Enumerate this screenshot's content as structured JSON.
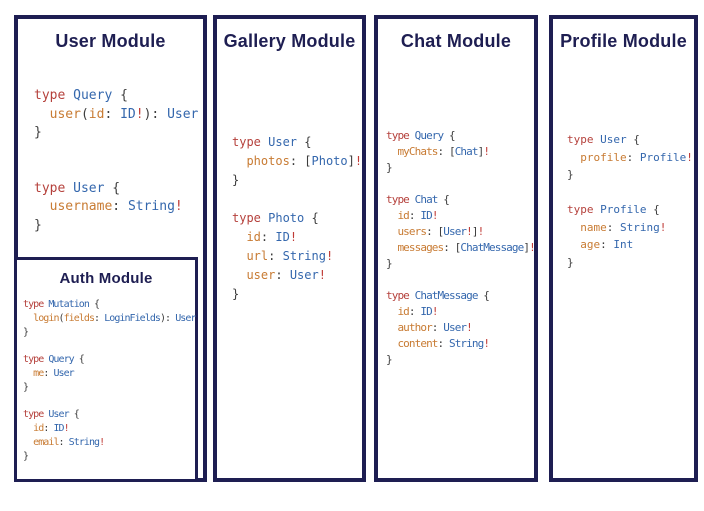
{
  "colors": {
    "navy": "#1e1e52",
    "kw": "#b5413c",
    "ty": "#3467ad",
    "fd": "#c87b33",
    "pu": "#3d3d3d",
    "bg": "#c03b36"
  },
  "panels": [
    {
      "title": "User Module",
      "code": [
        [
          [
            "kw",
            "type "
          ],
          [
            "ty",
            "Query "
          ],
          [
            "pu",
            "{"
          ]
        ],
        [
          [
            "pu",
            "  "
          ],
          [
            "fd",
            "user"
          ],
          [
            "pu",
            "("
          ],
          [
            "fd",
            "id"
          ],
          [
            "pu",
            ": "
          ],
          [
            "ty",
            "ID"
          ],
          [
            "bg",
            "!"
          ],
          [
            "pu",
            "): "
          ],
          [
            "ty",
            "User"
          ]
        ],
        [
          [
            "pu",
            "}"
          ]
        ],
        [],
        [],
        [
          [
            "kw",
            "type "
          ],
          [
            "ty",
            "User "
          ],
          [
            "pu",
            "{"
          ]
        ],
        [
          [
            "pu",
            "  "
          ],
          [
            "fd",
            "username"
          ],
          [
            "pu",
            ": "
          ],
          [
            "ty",
            "String"
          ],
          [
            "bg",
            "!"
          ]
        ],
        [
          [
            "pu",
            "}"
          ]
        ]
      ]
    },
    {
      "title": "Gallery Module",
      "code": [
        [
          [
            "kw",
            "type "
          ],
          [
            "ty",
            "User "
          ],
          [
            "pu",
            "{"
          ]
        ],
        [
          [
            "pu",
            "  "
          ],
          [
            "fd",
            "photos"
          ],
          [
            "pu",
            ": ["
          ],
          [
            "ty",
            "Photo"
          ],
          [
            "pu",
            "]"
          ],
          [
            "bg",
            "!"
          ]
        ],
        [
          [
            "pu",
            "}"
          ]
        ],
        [],
        [
          [
            "kw",
            "type "
          ],
          [
            "ty",
            "Photo "
          ],
          [
            "pu",
            "{"
          ]
        ],
        [
          [
            "pu",
            "  "
          ],
          [
            "fd",
            "id"
          ],
          [
            "pu",
            ": "
          ],
          [
            "ty",
            "ID"
          ],
          [
            "bg",
            "!"
          ]
        ],
        [
          [
            "pu",
            "  "
          ],
          [
            "fd",
            "url"
          ],
          [
            "pu",
            ": "
          ],
          [
            "ty",
            "String"
          ],
          [
            "bg",
            "!"
          ]
        ],
        [
          [
            "pu",
            "  "
          ],
          [
            "fd",
            "user"
          ],
          [
            "pu",
            ": "
          ],
          [
            "ty",
            "User"
          ],
          [
            "bg",
            "!"
          ]
        ],
        [
          [
            "pu",
            "}"
          ]
        ]
      ]
    },
    {
      "title": "Chat Module",
      "code": [
        [
          [
            "kw",
            "type "
          ],
          [
            "ty",
            "Query "
          ],
          [
            "pu",
            "{"
          ]
        ],
        [
          [
            "pu",
            "  "
          ],
          [
            "fd",
            "myChats"
          ],
          [
            "pu",
            ": ["
          ],
          [
            "ty",
            "Chat"
          ],
          [
            "pu",
            "]"
          ],
          [
            "bg",
            "!"
          ]
        ],
        [
          [
            "pu",
            "}"
          ]
        ],
        [],
        [
          [
            "kw",
            "type "
          ],
          [
            "ty",
            "Chat "
          ],
          [
            "pu",
            "{"
          ]
        ],
        [
          [
            "pu",
            "  "
          ],
          [
            "fd",
            "id"
          ],
          [
            "pu",
            ": "
          ],
          [
            "ty",
            "ID"
          ],
          [
            "bg",
            "!"
          ]
        ],
        [
          [
            "pu",
            "  "
          ],
          [
            "fd",
            "users"
          ],
          [
            "pu",
            ": ["
          ],
          [
            "ty",
            "User"
          ],
          [
            "bg",
            "!"
          ],
          [
            "pu",
            "]"
          ],
          [
            "bg",
            "!"
          ]
        ],
        [
          [
            "pu",
            "  "
          ],
          [
            "fd",
            "messages"
          ],
          [
            "pu",
            ": ["
          ],
          [
            "ty",
            "ChatMessage"
          ],
          [
            "pu",
            "]"
          ],
          [
            "bg",
            "!"
          ]
        ],
        [
          [
            "pu",
            "}"
          ]
        ],
        [],
        [
          [
            "kw",
            "type "
          ],
          [
            "ty",
            "ChatMessage "
          ],
          [
            "pu",
            "{"
          ]
        ],
        [
          [
            "pu",
            "  "
          ],
          [
            "fd",
            "id"
          ],
          [
            "pu",
            ": "
          ],
          [
            "ty",
            "ID"
          ],
          [
            "bg",
            "!"
          ]
        ],
        [
          [
            "pu",
            "  "
          ],
          [
            "fd",
            "author"
          ],
          [
            "pu",
            ": "
          ],
          [
            "ty",
            "User"
          ],
          [
            "bg",
            "!"
          ]
        ],
        [
          [
            "pu",
            "  "
          ],
          [
            "fd",
            "content"
          ],
          [
            "pu",
            ": "
          ],
          [
            "ty",
            "String"
          ],
          [
            "bg",
            "!"
          ]
        ],
        [
          [
            "pu",
            "}"
          ]
        ]
      ]
    },
    {
      "title": "Profile Module",
      "code": [
        [
          [
            "kw",
            "type "
          ],
          [
            "ty",
            "User "
          ],
          [
            "pu",
            "{"
          ]
        ],
        [
          [
            "pu",
            "  "
          ],
          [
            "fd",
            "profile"
          ],
          [
            "pu",
            ": "
          ],
          [
            "ty",
            "Profile"
          ],
          [
            "bg",
            "!"
          ]
        ],
        [
          [
            "pu",
            "}"
          ]
        ],
        [],
        [
          [
            "kw",
            "type "
          ],
          [
            "ty",
            "Profile "
          ],
          [
            "pu",
            "{"
          ]
        ],
        [
          [
            "pu",
            "  "
          ],
          [
            "fd",
            "name"
          ],
          [
            "pu",
            ": "
          ],
          [
            "ty",
            "String"
          ],
          [
            "bg",
            "!"
          ]
        ],
        [
          [
            "pu",
            "  "
          ],
          [
            "fd",
            "age"
          ],
          [
            "pu",
            ": "
          ],
          [
            "ty",
            "Int"
          ]
        ],
        [
          [
            "pu",
            "}"
          ]
        ]
      ]
    }
  ],
  "auth": {
    "title": "Auth Module",
    "code": [
      [
        [
          "kw",
          "type "
        ],
        [
          "ty",
          "Mutation "
        ],
        [
          "pu",
          "{"
        ]
      ],
      [
        [
          "pu",
          "  "
        ],
        [
          "fd",
          "login"
        ],
        [
          "pu",
          "("
        ],
        [
          "fd",
          "fields"
        ],
        [
          "pu",
          ": "
        ],
        [
          "ty",
          "LoginFields"
        ],
        [
          "pu",
          "): "
        ],
        [
          "ty",
          "User"
        ]
      ],
      [
        [
          "pu",
          "}"
        ]
      ],
      [],
      [
        [
          "kw",
          "type "
        ],
        [
          "ty",
          "Query "
        ],
        [
          "pu",
          "{"
        ]
      ],
      [
        [
          "pu",
          "  "
        ],
        [
          "fd",
          "me"
        ],
        [
          "pu",
          ": "
        ],
        [
          "ty",
          "User"
        ]
      ],
      [
        [
          "pu",
          "}"
        ]
      ],
      [],
      [
        [
          "kw",
          "type "
        ],
        [
          "ty",
          "User "
        ],
        [
          "pu",
          "{"
        ]
      ],
      [
        [
          "pu",
          "  "
        ],
        [
          "fd",
          "id"
        ],
        [
          "pu",
          ": "
        ],
        [
          "ty",
          "ID"
        ],
        [
          "bg",
          "!"
        ]
      ],
      [
        [
          "pu",
          "  "
        ],
        [
          "fd",
          "email"
        ],
        [
          "pu",
          ": "
        ],
        [
          "ty",
          "String"
        ],
        [
          "bg",
          "!"
        ]
      ],
      [
        [
          "pu",
          "}"
        ]
      ]
    ]
  }
}
